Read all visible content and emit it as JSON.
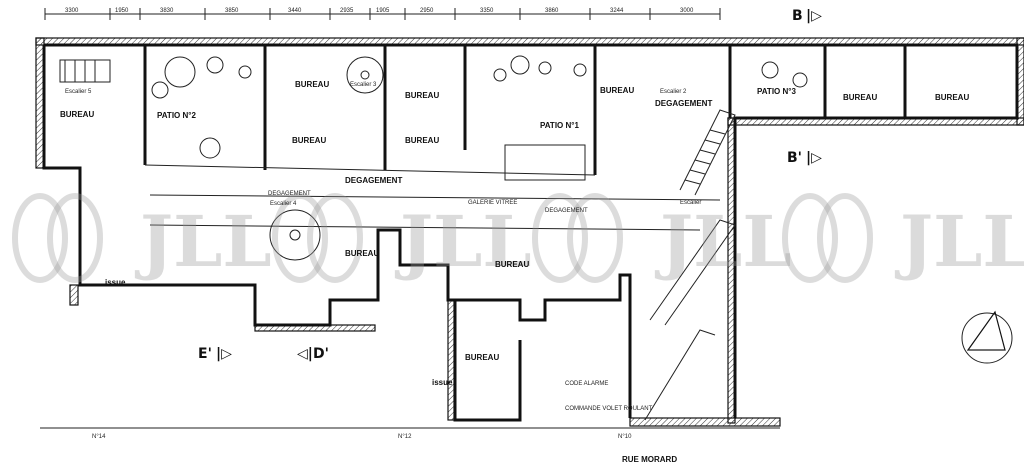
{
  "rooms": {
    "bureau": "BUREAU",
    "patio_2": "PATIO N°2",
    "patio_1": "PATIO N°1",
    "patio_3": "PATIO N°3",
    "degagement": "DEGAGEMENT",
    "degagement_2": "DEGAGEMENT",
    "escalier_5": "Escalier 5",
    "escalier_3": "Escalier 3",
    "escalier_4": "Escalier 4",
    "escalier_2": "Escalier 2",
    "escalier": "Escalier",
    "issue": "issue",
    "galerie": "GALERIE VITREE"
  },
  "sections": {
    "b_top": "B",
    "b_prime": "B'",
    "e_prime": "E'",
    "d_prime": "D'"
  },
  "street": {
    "name": "RUE MORARD",
    "n14": "N°14",
    "n12": "N°12",
    "n10": "N°10",
    "code_alarme": "CODE ALARME",
    "commande": "COMMANDE VOLET ROULANT"
  },
  "dimensions": [
    "3300",
    "1950",
    "3830",
    "3850",
    "3440",
    "2935",
    "1905",
    "2950",
    "3350",
    "3860",
    "3244",
    "3000"
  ],
  "watermark": "JLL"
}
